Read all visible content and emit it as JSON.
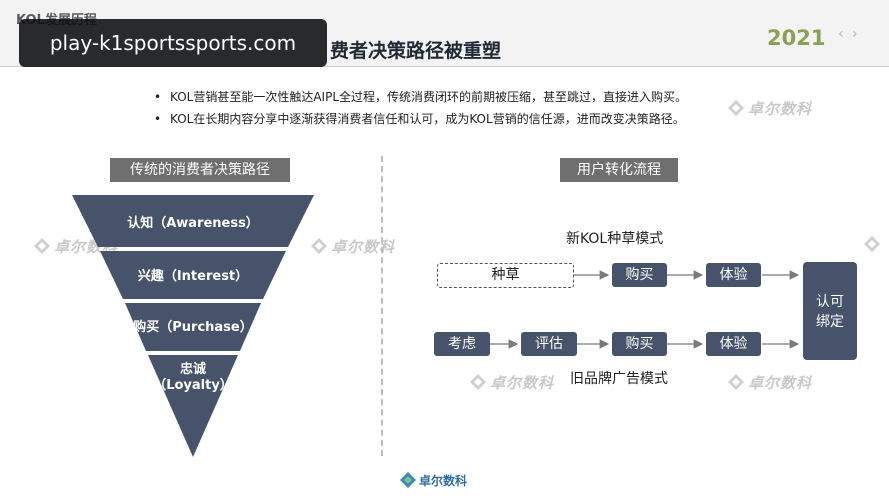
{
  "header": {
    "section_label": "KOL发展历程",
    "title_visible_suffix": "费者决策路径被重塑",
    "year": "2021",
    "nav_arrows": "‹ ›"
  },
  "url_overlay": "play-k1sportssports.com",
  "bullets": [
    "KOL营销甚至能一次性触达AIPL全过程，传统消费闭环的前期被压缩，甚至跳过，直接进入购买。",
    "KOL在长期内容分享中逐渐获得消费者信任和认可，成为KOL营销的信任源，进而改变决策路径。"
  ],
  "funnel": {
    "heading": "传统的消费者决策路径",
    "stages": [
      {
        "label": "认知（Awareness）"
      },
      {
        "label": "兴趣（Interest）"
      },
      {
        "label": "购买（Purchase）"
      },
      {
        "label": "忠诚",
        "label2": "（Loyalty）"
      }
    ],
    "fill_color": "#47536a"
  },
  "flow": {
    "heading": "用户转化流程",
    "new_model_label": "新KOL种草模式",
    "old_model_label": "旧品牌广告模式",
    "new_row": [
      "种草",
      "购买",
      "体验"
    ],
    "old_row": [
      "考虑",
      "评估",
      "购买",
      "体验"
    ],
    "end_label_1": "认可",
    "end_label_2": "绑定"
  },
  "watermark": "卓尔数科",
  "footer_logo": "卓尔数科"
}
